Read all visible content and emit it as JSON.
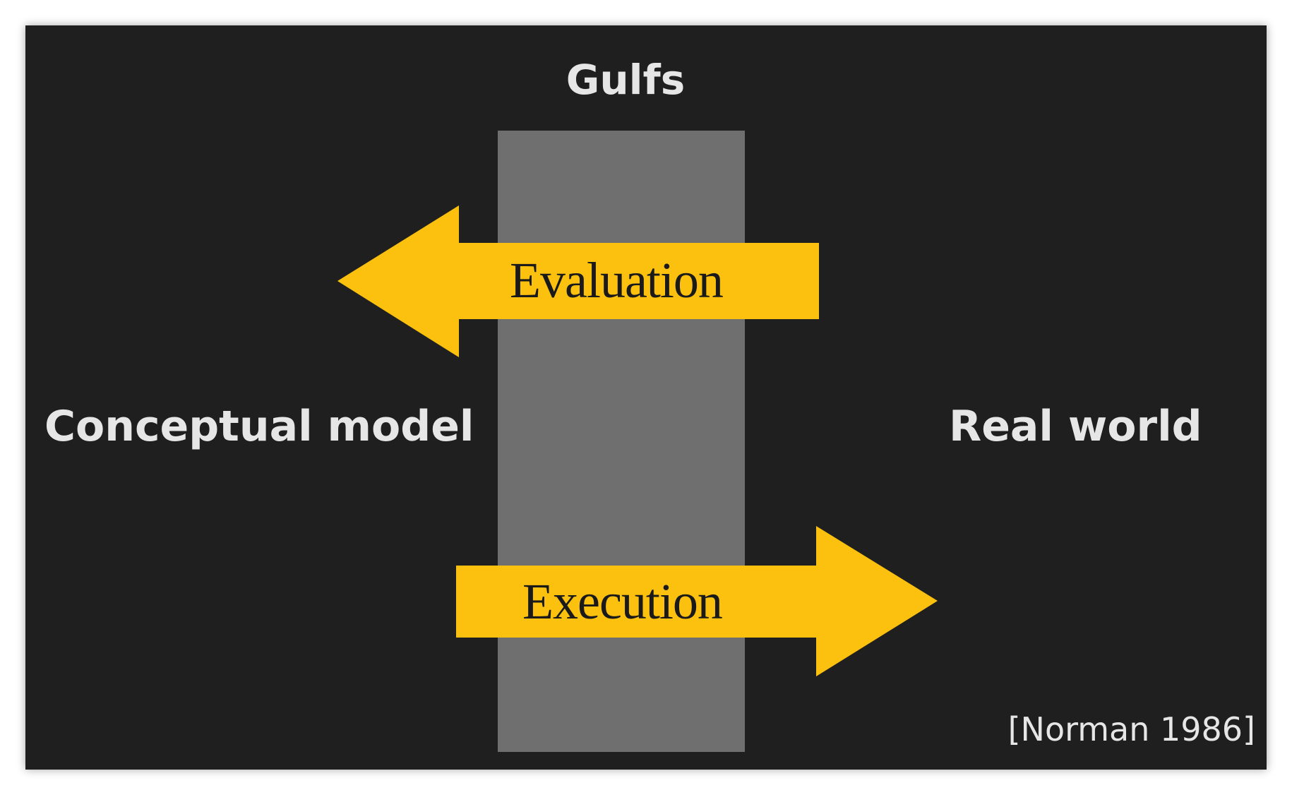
{
  "slide": {
    "title": "Gulfs",
    "left_label": "Conceptual model",
    "right_label": "Real world",
    "citation": "[Norman 1986]"
  },
  "arrows": {
    "evaluation": {
      "label": "Evaluation",
      "direction": "left",
      "color": "#fcc10e"
    },
    "execution": {
      "label": "Execution",
      "direction": "right",
      "color": "#fcc10e"
    }
  },
  "colors": {
    "background": "#1f1f1f",
    "gulf": "#6f6f6f",
    "text": "#e6e6e6",
    "arrow_text": "#1a1a1a"
  }
}
